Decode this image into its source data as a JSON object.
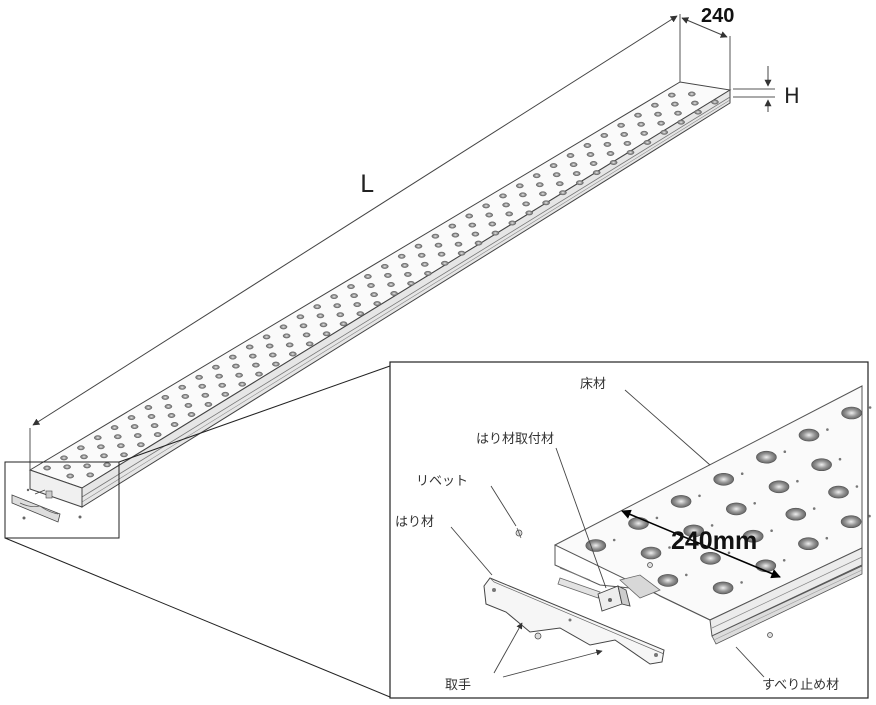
{
  "dimensions": {
    "width_label": "240",
    "height_label": "H",
    "length_label": "L",
    "inset_width_label": "240mm"
  },
  "parts": {
    "floor": "床材",
    "beam_mount": "はり材取付材",
    "rivet": "リベット",
    "beam": "はり材",
    "handle": "取手",
    "anti_slip": "すべり止め材"
  },
  "colors": {
    "line": "#333333",
    "plank": "#fafafa",
    "hole": "#bdbdbd"
  }
}
